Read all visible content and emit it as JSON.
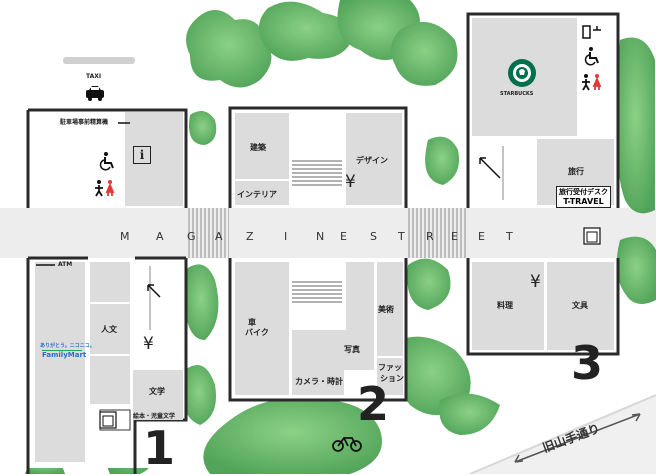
{
  "street_letters": [
    "M",
    "A",
    "G",
    "A",
    "Z",
    "I",
    "N",
    "E",
    "S",
    "T",
    "R",
    "E",
    "E",
    "T"
  ],
  "building_numbers": {
    "b1": "1",
    "b2": "2",
    "b3": "3"
  },
  "road_label": "旧山手通り",
  "labels": {
    "taxi": "TAXI",
    "parking": "駐車場事前精算機",
    "atm": "ATM",
    "info": "i",
    "yen": "¥",
    "familymart_top": "ありがとう。ニコニコ。",
    "familymart_brand": "FamilyMart",
    "starbucks": "STARBUCKS",
    "travel_line1": "旅行受付デスク",
    "travel_line2": "T-TRAVEL"
  },
  "sections": {
    "b1": {
      "humanities": "人文",
      "literature": "文学",
      "picture_books": "絵本・児童文学"
    },
    "b2": {
      "architecture": "建築",
      "interior": "インテリア",
      "design": "デザイン",
      "car_bike": [
        "車",
        "バイク"
      ],
      "photo": "写真",
      "camera_watch": "カメラ・時計",
      "art": "美術",
      "fashion": [
        "ファッ",
        "ション"
      ]
    },
    "b3": {
      "travel": "旅行",
      "cooking": "料理",
      "stationery": "文具"
    }
  },
  "colors": {
    "tree_green": "#5cb85c",
    "tree_dark": "#3e9a45",
    "room_gray": "#dcdcdc",
    "wall": "#2a2a2a",
    "accessible_blue": "#0a0a0a",
    "restroom_red": "#e53935",
    "starbucks_green": "#00704a"
  },
  "icons": [
    "taxi-icon",
    "accessible-icon",
    "restroom-icon",
    "elevator-icon",
    "escalator-icon",
    "bicycle-icon",
    "starbucks-logo"
  ]
}
